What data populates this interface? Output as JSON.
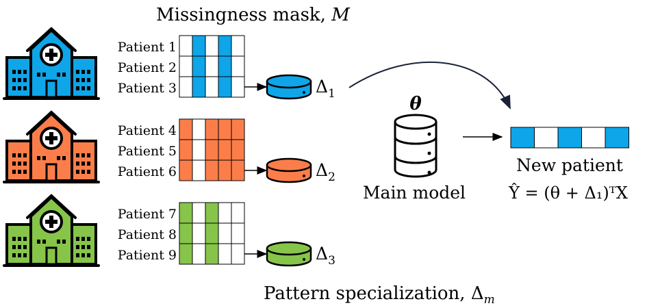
{
  "title_mask": "Missingness mask,",
  "title_mask_symbol": "M",
  "bottom_label": "Pattern specialization,",
  "bottom_label_symbol": "Δ",
  "bottom_label_sub": "m",
  "theta_label": "θ",
  "main_model_label": "Main model",
  "new_patient_label": "New patient",
  "formula": "Ŷ = (θ + Δ₁)ᵀX",
  "colors": {
    "blue": "#0ea5e9",
    "orange": "#fb7e4a",
    "green": "#86c44a",
    "outline": "#000000"
  },
  "groups": [
    {
      "color": "blue",
      "patients": [
        "Patient 1",
        "Patient 2",
        "Patient 3"
      ],
      "mask": [
        0,
        1,
        0,
        1,
        0
      ],
      "delta": "Δ",
      "delta_sub": "1"
    },
    {
      "color": "orange",
      "patients": [
        "Patient 4",
        "Patient 5",
        "Patient 6"
      ],
      "mask": [
        1,
        0,
        1,
        1,
        1
      ],
      "delta": "Δ",
      "delta_sub": "2"
    },
    {
      "color": "green",
      "patients": [
        "Patient 7",
        "Patient 8",
        "Patient 9"
      ],
      "mask": [
        1,
        0,
        1,
        0,
        0
      ],
      "delta": "Δ",
      "delta_sub": "3"
    }
  ],
  "new_patient_mask": [
    1,
    0,
    1,
    0,
    1
  ]
}
